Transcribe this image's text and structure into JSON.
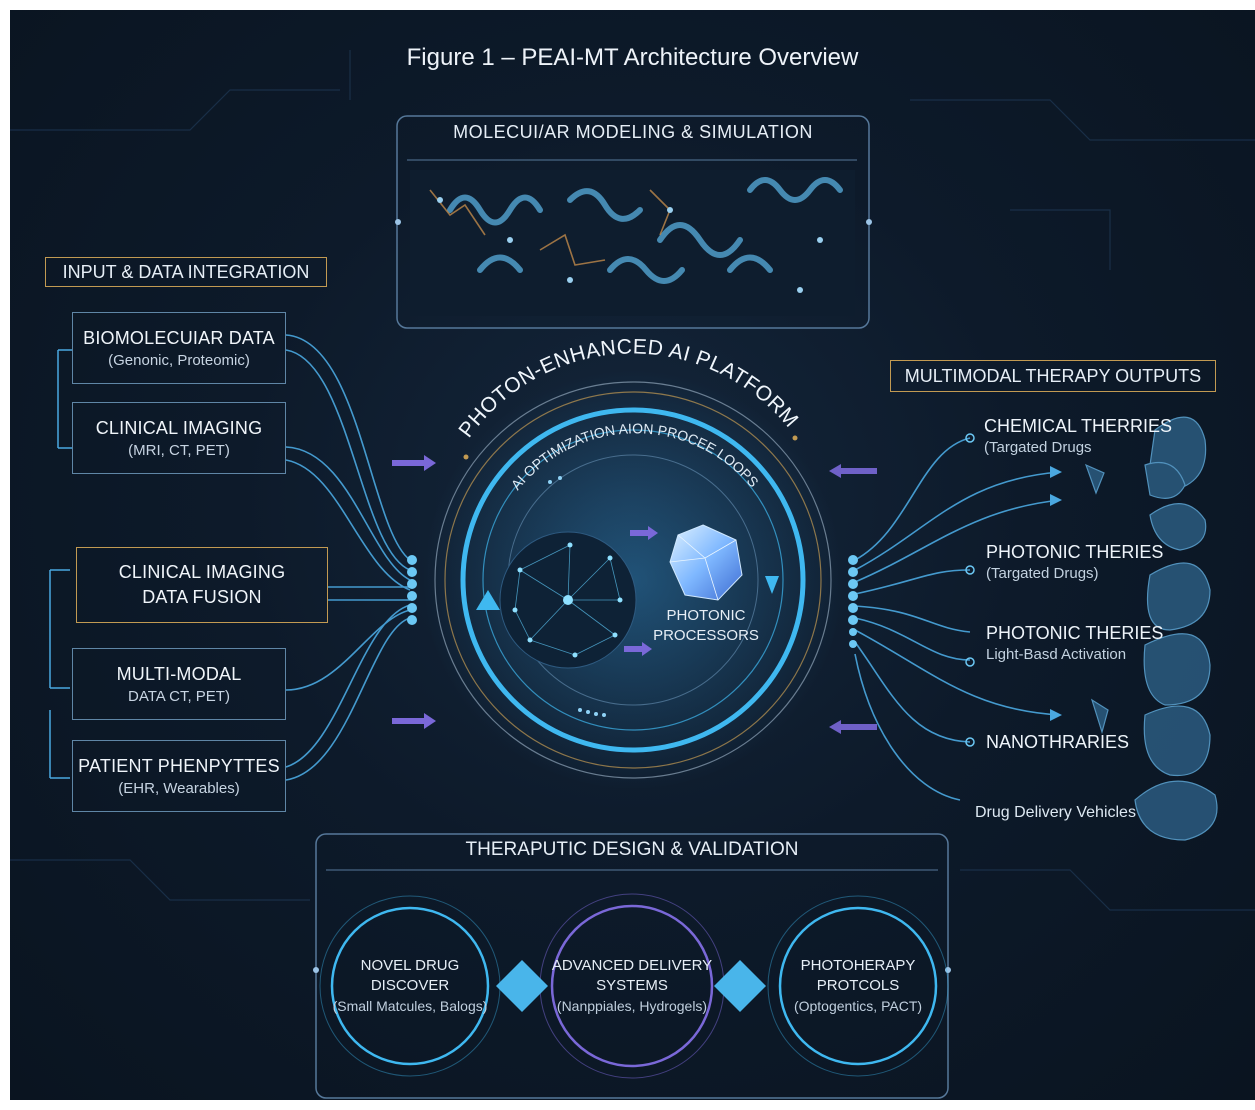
{
  "title": "Figure 1 – PEAI-MT Architecture Overview",
  "molecular": {
    "title": "MOLECUI/AR MODELING & SIMULATION"
  },
  "inputs": {
    "title": "INPUT & DATA INTEGRATION",
    "items": [
      {
        "label": "BIOMOLECUIAR DATA",
        "sub": "(Genonic, Proteomic)"
      },
      {
        "label": "CLINICAL IMAGING",
        "sub": "(MRI, CT, PET)"
      },
      {
        "label": "CLINICAL IMAGING",
        "sub": "DATA FUSION"
      },
      {
        "label": "MULTI-MODAL",
        "sub": "DATA CT, PET)"
      },
      {
        "label": "PATIENT PHENPYTTES",
        "sub": "(EHR, Wearables)"
      }
    ]
  },
  "platform": {
    "arc_title": "PHOTON-ENHANCED AI PLATFORM",
    "loop_title": "AI OPTIMIZATION AION PROCEE LOOPS",
    "processors_line1": "PHOTONIC",
    "processors_line2": "PROCESSORS"
  },
  "outputs": {
    "title": "MULTIMODAL THERAPY OUTPUTS",
    "items": [
      {
        "label": "CHEMICAL THERRIES",
        "sub": "(Targated Drugs"
      },
      {
        "label": "PHOTONIC THERIES",
        "sub": "(Targated Drugs)"
      },
      {
        "label": "PHOTONIC THERIES",
        "sub": "Light-Basd Activation"
      },
      {
        "label": "NANOTHRARIES",
        "sub": ""
      },
      {
        "label": "Drug Delivery Vehicles",
        "sub": ""
      }
    ]
  },
  "design": {
    "title": "THERAPUTIC DESIGN & VALIDATION",
    "circles": [
      {
        "l1": "NOVEL DRUG",
        "l2": "DISCOVER",
        "l3": "(Small Matcules, Balogs)"
      },
      {
        "l1": "ADVANCED DELIVERY",
        "l2": "SYSTEMS",
        "l3": "(Nanppiales, Hydrogels)"
      },
      {
        "l1": "PHOTOHERAPY",
        "l2": "PROTCOLS",
        "l3": "(Optogentics, PACT)"
      }
    ]
  },
  "colors": {
    "background": "#0d1a2a",
    "accent_blue": "#3fb8f0",
    "accent_gold": "#c29a52",
    "arrow_purple": "#7a68d8",
    "line_blue": "#4aa8e0"
  },
  "icons": [
    "molecule-image",
    "network-brain-icon",
    "photonic-crystal-icon",
    "organ-icons"
  ]
}
